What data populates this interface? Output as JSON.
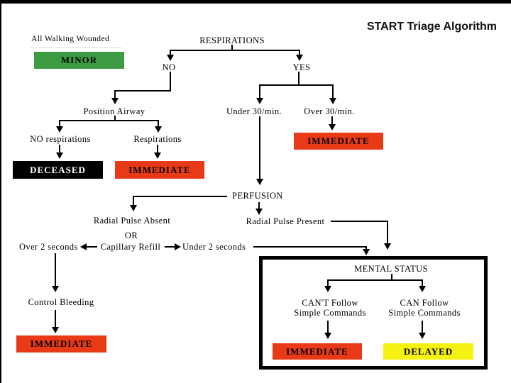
{
  "slide": {
    "title": "START Triage Algorithm"
  },
  "colors": {
    "minor_green": "#3C9B43",
    "immediate_red": "#E83A17",
    "delayed_yellow": "#F5F211",
    "deceased_black": "#000000"
  },
  "flowchart": {
    "walking_wounded": "All Walking Wounded",
    "minor": "MINOR",
    "respirations": "RESPIRATIONS",
    "no": "NO",
    "yes": "YES",
    "position_airway": "Position Airway",
    "under_30": "Under 30/min.",
    "over_30": "Over 30/min.",
    "no_respirations": "NO respirations",
    "respirations_present": "Respirations",
    "deceased": "DECEASED",
    "immediate": "IMMEDIATE",
    "perfusion": "PERFUSION",
    "radial_pulse_absent": "Radial Pulse Absent",
    "or": "OR",
    "over_2_seconds": "Over 2 seconds",
    "capillary_refill": "Capillary Refill",
    "under_2_seconds": "Under 2 seconds",
    "radial_pulse_present": "Radial Pulse Present",
    "control_bleeding": "Control Bleeding",
    "mental_status": "MENTAL STATUS",
    "cant_follow_1": "CAN'T Follow",
    "cant_follow_2": "Simple Commands",
    "can_follow_1": "CAN Follow",
    "can_follow_2": "Simple Commands",
    "delayed": "DELAYED"
  }
}
